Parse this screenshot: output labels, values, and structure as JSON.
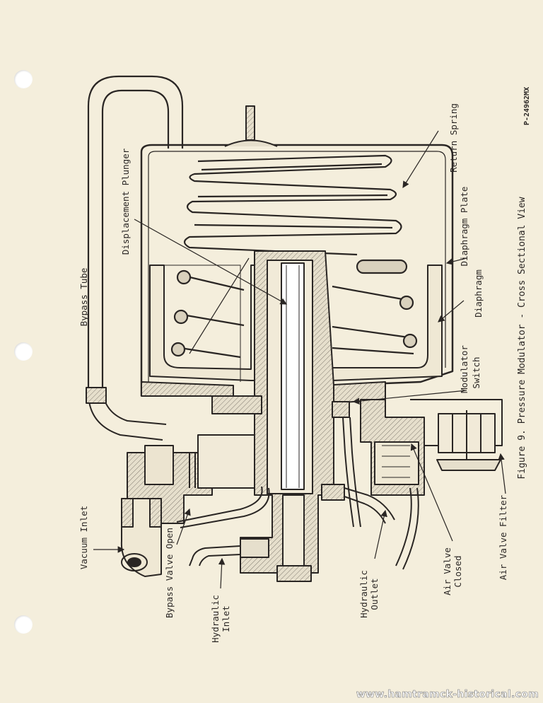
{
  "document_id": "P-24962MX",
  "caption": "Figure 9.  Pressure Modulator - Cross Sectional View",
  "labels": {
    "bypass_tube": "Bypass Tube",
    "displacement_plunger": "Displacement Plunger",
    "return_spring": "Return Spring",
    "diaphragm_plate": "Diaphragm Plate",
    "diaphragm": "Diaphragm",
    "modulator_switch_l1": "Modulator",
    "modulator_switch_l2": "Switch",
    "vacuum_inlet": "Vacuum Inlet",
    "bypass_valve_open": "Bypass Valve Open",
    "hydraulic_inlet_l1": "Hydraulic",
    "hydraulic_inlet_l2": "Inlet",
    "hydraulic_outlet_l1": "Hydraulic",
    "hydraulic_outlet_l2": "Outlet",
    "air_valve_closed_l1": "Air Valve",
    "air_valve_closed_l2": "Closed",
    "air_valve_filter": "Air Valve Filter"
  },
  "watermark": "www.hamtramck-historical.com"
}
